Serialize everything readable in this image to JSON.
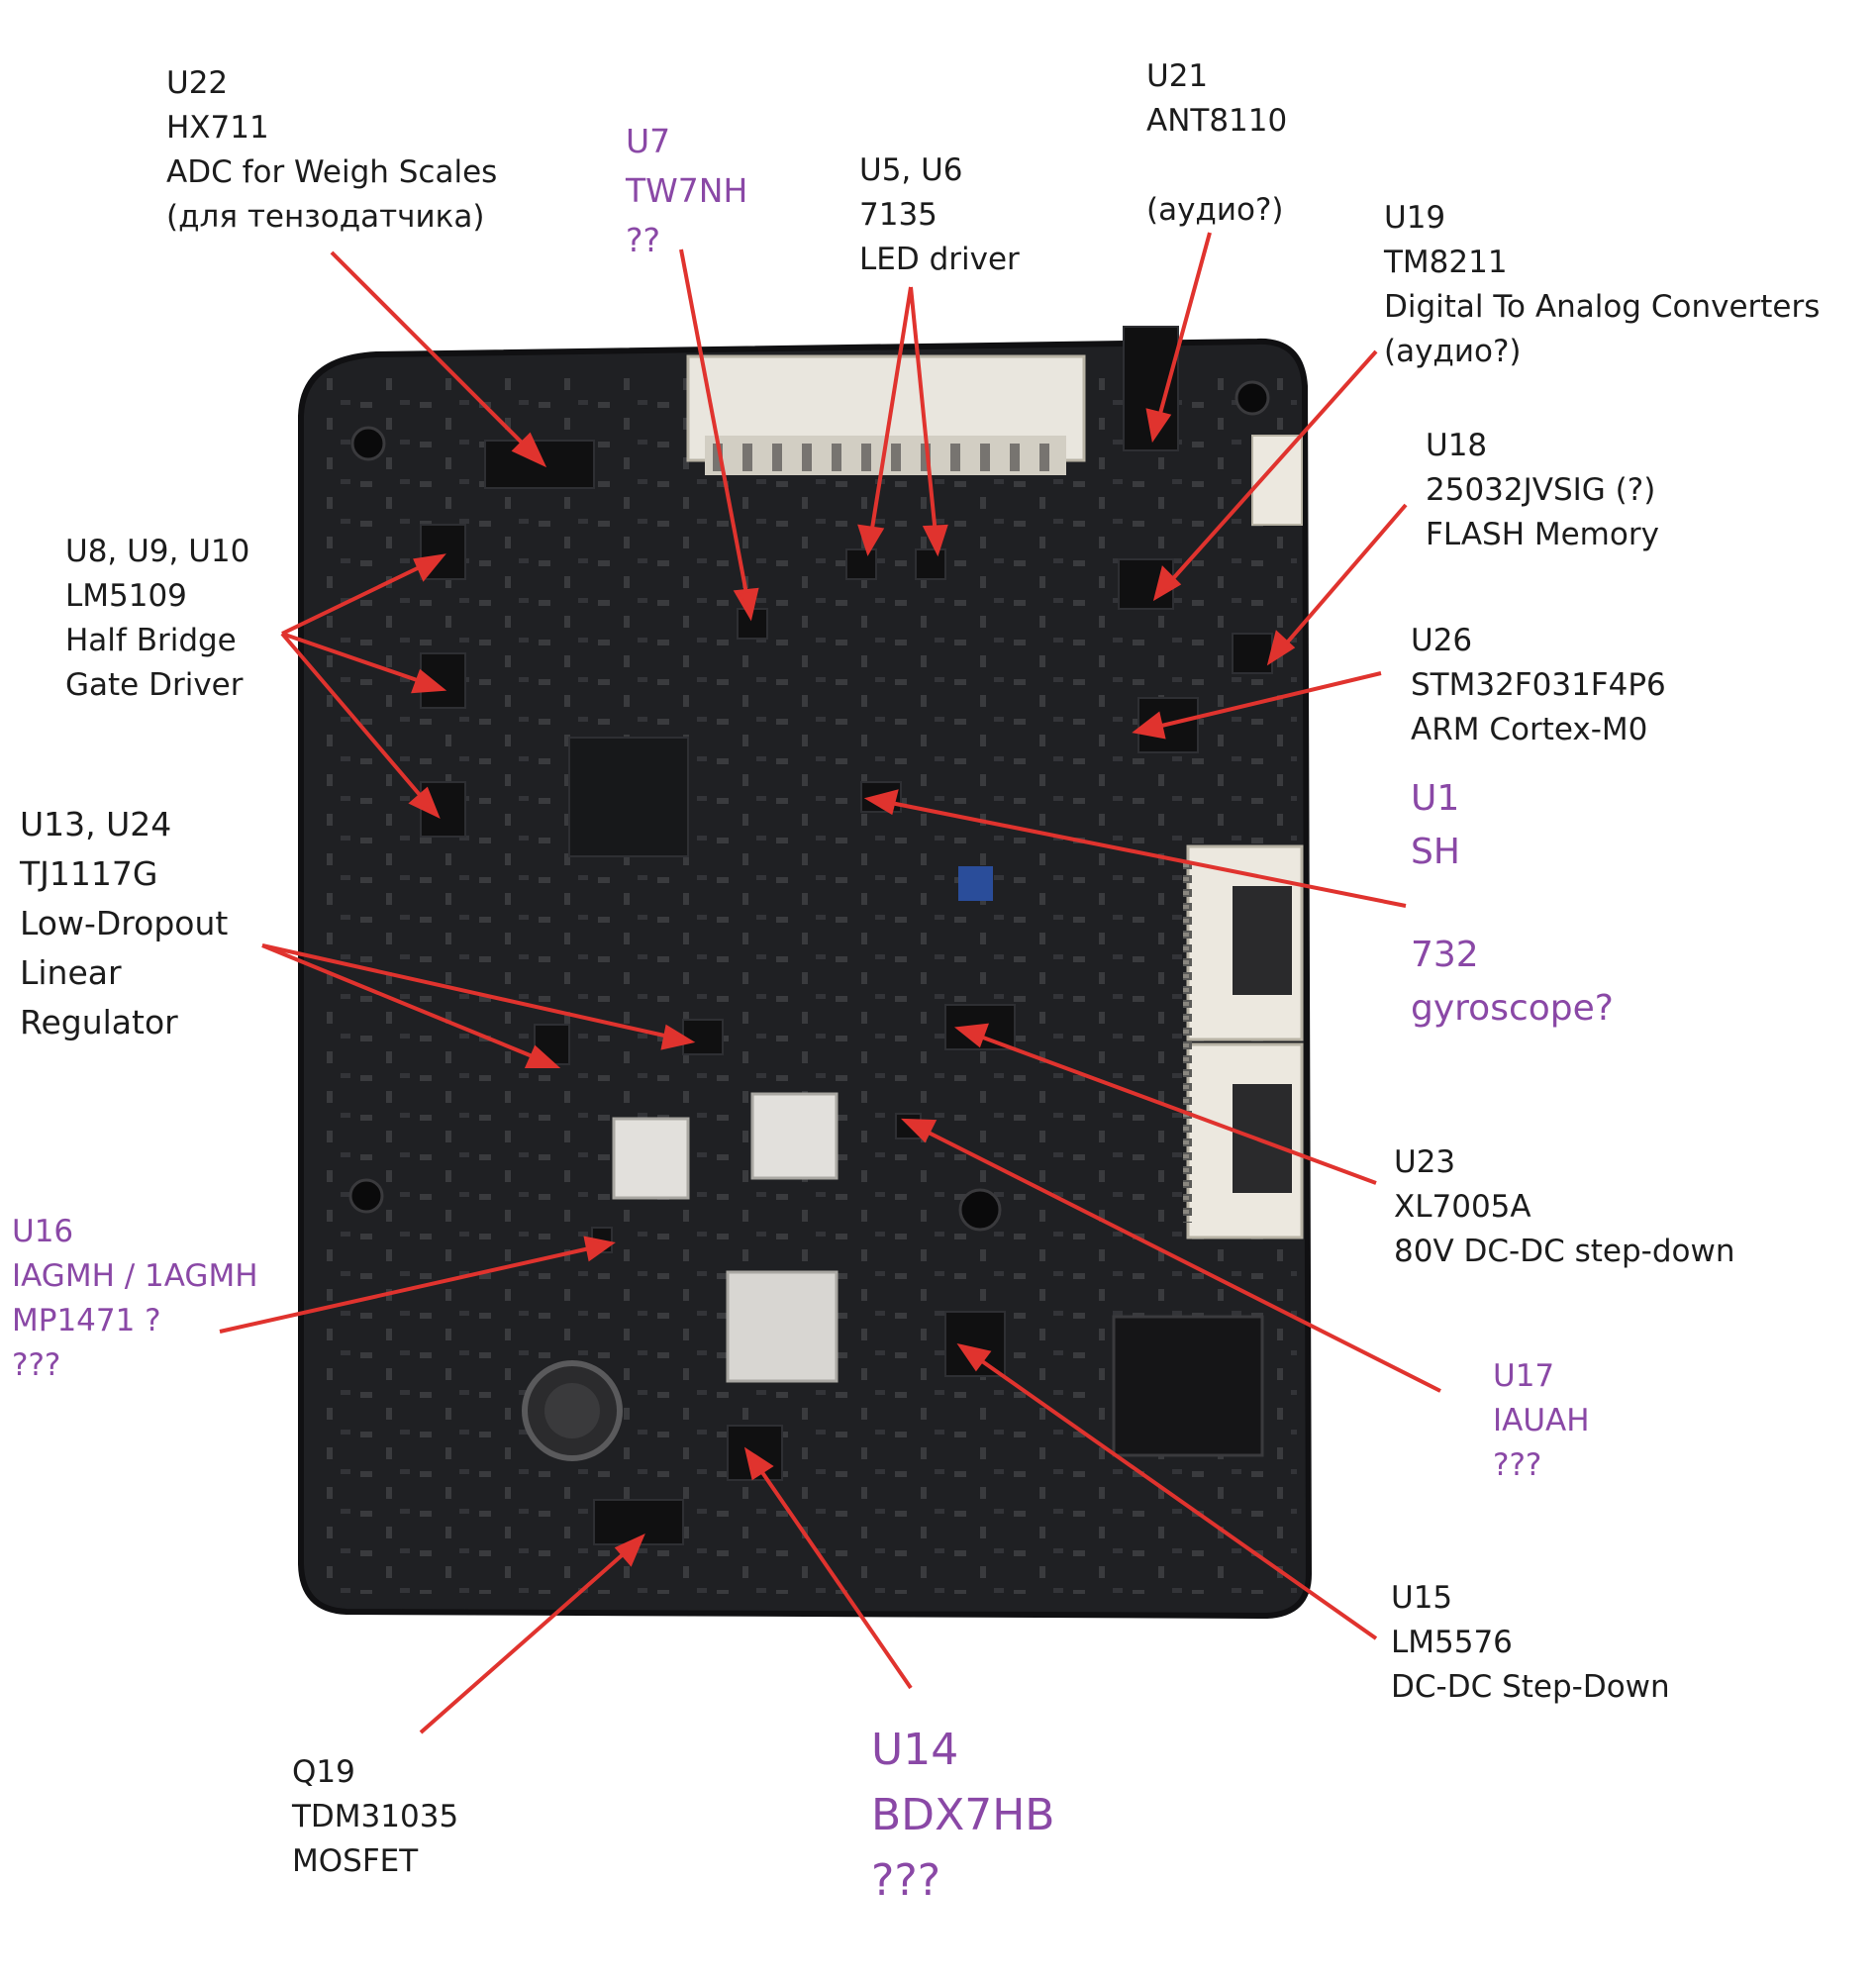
{
  "colors": {
    "arrow": "#e0332e",
    "purple_text": "#8a48a6",
    "black_text": "#1c1c1c",
    "board": "#1f2023"
  },
  "annotations": {
    "u22": {
      "ref": "U22",
      "part": "HX711",
      "desc": "ADC for Weigh Scales",
      "desc2": "(для тензодатчика)"
    },
    "u7": {
      "ref": "U7",
      "part": "TW7NH",
      "note": "??"
    },
    "u5u6": {
      "ref": "U5, U6",
      "part": "7135",
      "desc": "LED driver"
    },
    "u21": {
      "ref": "U21",
      "part": "ANT8110",
      "note": "(аудио?)"
    },
    "u19": {
      "ref": "U19",
      "part": "TM8211",
      "desc": "Digital To Analog Converters",
      "note": "(аудио?)"
    },
    "u18": {
      "ref": "U18",
      "part": "25032JVSIG (?)",
      "desc": "FLASH Memory"
    },
    "u26": {
      "ref": "U26",
      "part": "STM32F031F4P6",
      "desc": "ARM Cortex-M0"
    },
    "u1": {
      "ref": "U1",
      "part": "SH",
      "part2": "732",
      "desc": "gyroscope?"
    },
    "u8": {
      "ref": "U8, U9, U10",
      "part": "LM5109",
      "desc": "Half Bridge",
      "desc2": "Gate Driver"
    },
    "u13": {
      "ref": "U13, U24",
      "part": "TJ1117G",
      "desc": "Low-Dropout",
      "desc2": "Linear",
      "desc3": "Regulator"
    },
    "u23": {
      "ref": "U23",
      "part": "XL7005A",
      "desc": "80V DC-DC step-down"
    },
    "u16": {
      "ref": "U16",
      "part": "IAGMH / 1AGMH",
      "part2": "MP1471 ?",
      "note": "???"
    },
    "u17": {
      "ref": "U17",
      "part": "IAUAH",
      "note": "???"
    },
    "u15": {
      "ref": "U15",
      "part": "LM5576",
      "desc": "DC-DC Step-Down"
    },
    "q19": {
      "ref": "Q19",
      "part": "TDM31035",
      "desc": "MOSFET"
    },
    "u14": {
      "ref": "U14",
      "part": "BDX7HB",
      "note": "???"
    }
  }
}
